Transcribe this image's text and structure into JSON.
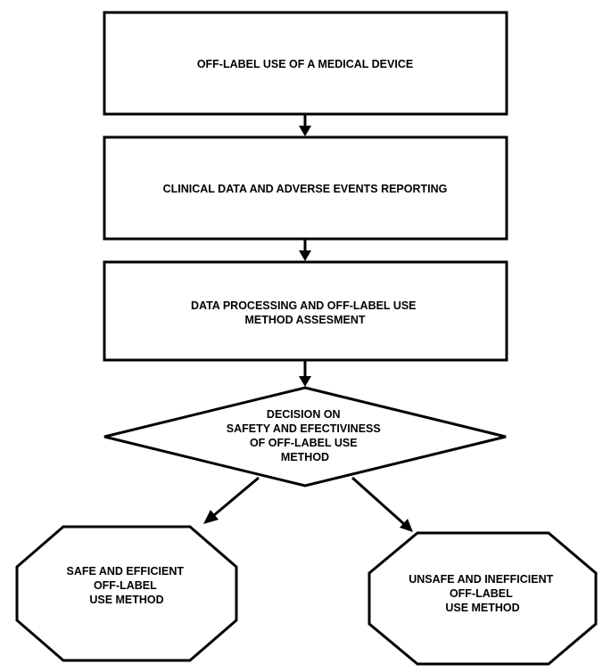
{
  "diagram": {
    "colors": {
      "stroke": "#000000",
      "fill": "#ffffff",
      "text": "#000000"
    },
    "nodes": [
      {
        "id": "off-label-use",
        "shape": "rectangle",
        "lines": [
          "OFF-LABEL USE OF A MEDICAL DEVICE"
        ]
      },
      {
        "id": "clinical-data-reporting",
        "shape": "rectangle",
        "lines": [
          "CLINICAL DATA AND ADVERSE EVENTS REPORTING"
        ]
      },
      {
        "id": "data-processing-assessment",
        "shape": "rectangle",
        "lines": [
          "DATA PROCESSING AND OFF-LABEL USE",
          "METHOD ASSESMENT"
        ]
      },
      {
        "id": "decision",
        "shape": "diamond",
        "lines": [
          "DECISION ON",
          "SAFETY AND EFECTIVINESS",
          "OF OFF-LABEL USE",
          "METHOD"
        ]
      },
      {
        "id": "safe-outcome",
        "shape": "octagon",
        "lines": [
          "SAFE AND EFFICIENT",
          "OFF-LABEL",
          "USE METHOD"
        ]
      },
      {
        "id": "unsafe-outcome",
        "shape": "octagon",
        "lines": [
          "UNSAFE AND INEFFICIENT",
          "OFF-LABEL",
          "USE METHOD"
        ]
      }
    ],
    "edges": [
      {
        "from": "off-label-use",
        "to": "clinical-data-reporting"
      },
      {
        "from": "clinical-data-reporting",
        "to": "data-processing-assessment"
      },
      {
        "from": "data-processing-assessment",
        "to": "decision"
      },
      {
        "from": "decision",
        "to": "safe-outcome"
      },
      {
        "from": "decision",
        "to": "unsafe-outcome"
      }
    ]
  }
}
